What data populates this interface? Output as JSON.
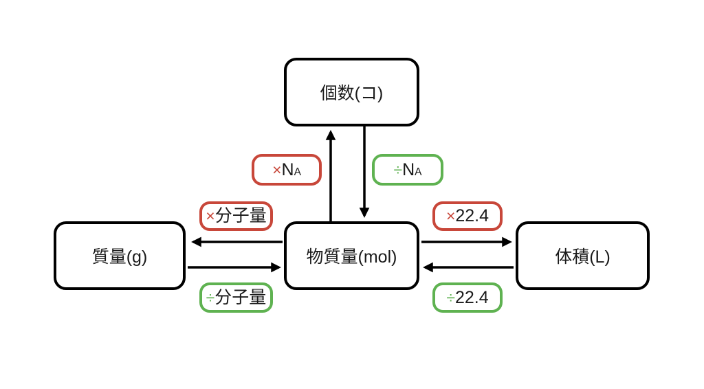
{
  "diagram": {
    "nodes": {
      "count": {
        "label": "個数(コ)"
      },
      "mass": {
        "label": "質量(g)"
      },
      "amount": {
        "label": "物質量(mol)"
      },
      "volume": {
        "label": "体積(L)"
      }
    },
    "conversions": {
      "multiply_avogadro": {
        "operator": "×",
        "base": "N",
        "subscript": "A"
      },
      "divide_avogadro": {
        "operator": "÷",
        "base": "N",
        "subscript": "A"
      },
      "multiply_molar_mass": {
        "operator": "×",
        "base": "分子量",
        "subscript": ""
      },
      "divide_molar_mass": {
        "operator": "÷",
        "base": "分子量",
        "subscript": ""
      },
      "multiply_molar_volume": {
        "operator": "×",
        "base": "22.4",
        "subscript": ""
      },
      "divide_molar_volume": {
        "operator": "÷",
        "base": "22.4",
        "subscript": ""
      }
    },
    "colors": {
      "multiply_accent": "#c8473a",
      "divide_accent": "#5fb251",
      "node_border": "#000000",
      "background": "#ffffff"
    }
  }
}
